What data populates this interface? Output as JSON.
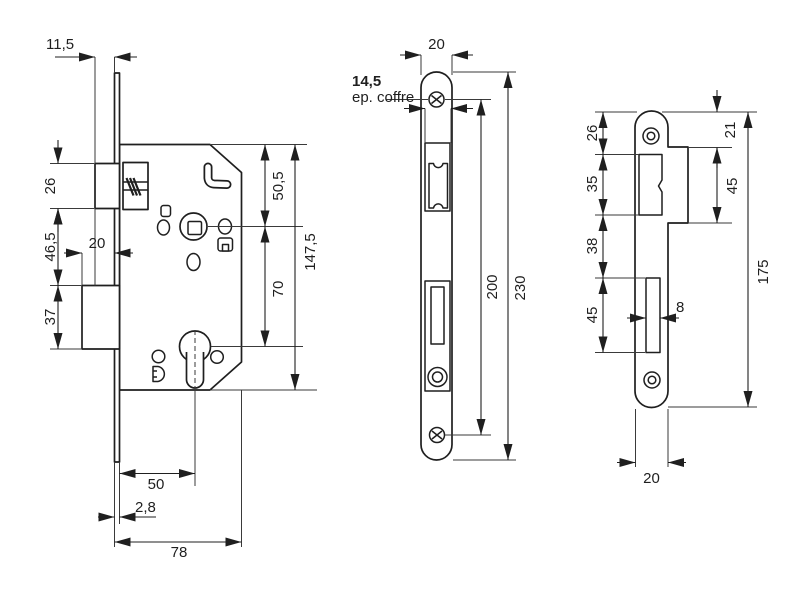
{
  "colors": {
    "background": "#ffffff",
    "line": "#1f1f1f"
  },
  "views": {
    "body": {
      "name": "lock-body-side-view",
      "dims": {
        "latch_projection": "11,5",
        "latch_height": "26",
        "latch_to_bolt": "46,5",
        "bolt_height": "37",
        "bolt_throw": "20",
        "top_to_spindle": "50,5",
        "spindle_to_cylinder": "70",
        "case_height": "147,5",
        "backset": "50",
        "faceplate_thickness": "2,8",
        "case_depth": "78"
      }
    },
    "faceplate": {
      "name": "faceplate-front-view",
      "dims": {
        "width": "20",
        "case_thickness": "14,5",
        "case_thickness_label": "ep. coffre",
        "fixing_spacing": "200",
        "height": "230"
      }
    },
    "strike": {
      "name": "strike-plate-front-view",
      "dims": {
        "top_to_latch_window": "26",
        "latch_window_height": "35",
        "between_windows": "38",
        "bolt_window_height": "45",
        "top_to_lip": "21",
        "lip_height": "45",
        "height": "175",
        "slot_width": "8",
        "width": "20"
      }
    }
  }
}
